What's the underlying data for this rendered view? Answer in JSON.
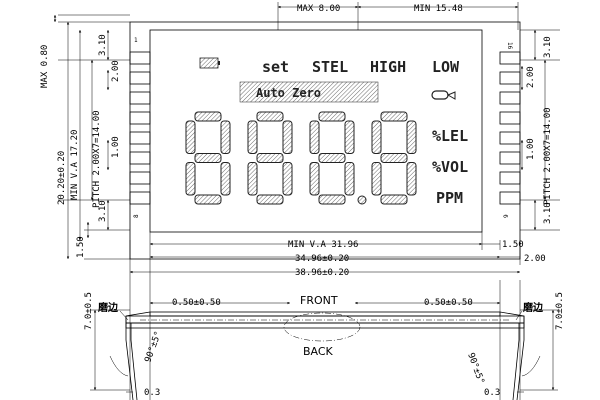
{
  "dimensions": {
    "max_top": "MAX 8.00",
    "min_top": "MIN 15.48",
    "max_left": "MAX 0.80",
    "height_total": "20.20±0.20",
    "min_va_left": "MIN V.A 17.20",
    "pitch_left": "PITCH 2.00X7=14.00",
    "left_310_top": "3.10",
    "left_200": "2.00",
    "left_100": "1.00",
    "left_310_bottom": "3.10",
    "left_150": "1.50",
    "right_310_top": "3.10",
    "right_200": "2.00",
    "right_100": "1.00",
    "right_310_bottom": "3.10",
    "pitch_right": "PITCH 2.00X7=14.00",
    "min_va_bottom": "MIN V.A 31.96",
    "bottom_150": "1.50",
    "width_inner": "34.96±0.20",
    "width_outer": "38.96±0.20",
    "bottom_200": "2.00",
    "side_050_left": "0.50±0.50",
    "side_050_right": "0.50±0.50",
    "front_label": "FRONT",
    "back_label": "BACK",
    "height_7_left": "7.0±0.5",
    "height_7_right": "7.0±0.5",
    "edge_label_left": "磨边",
    "edge_label_right": "磨边",
    "angle_left": "90°±5°",
    "angle_right": "90°±5°",
    "offset_left": "0.3",
    "offset_right": "0.3"
  },
  "lcd": {
    "set": "set",
    "stel": "STEL",
    "high": "HIGH",
    "low": "LOW",
    "auto_zero": "Auto  Zero",
    "lel": "%LEL",
    "vol": "%VOL",
    "ppm": "PPM",
    "digit_chars": "8888",
    "pin_1": "1",
    "pin_8": "8",
    "pin_9": "9",
    "pin_16": "16"
  }
}
